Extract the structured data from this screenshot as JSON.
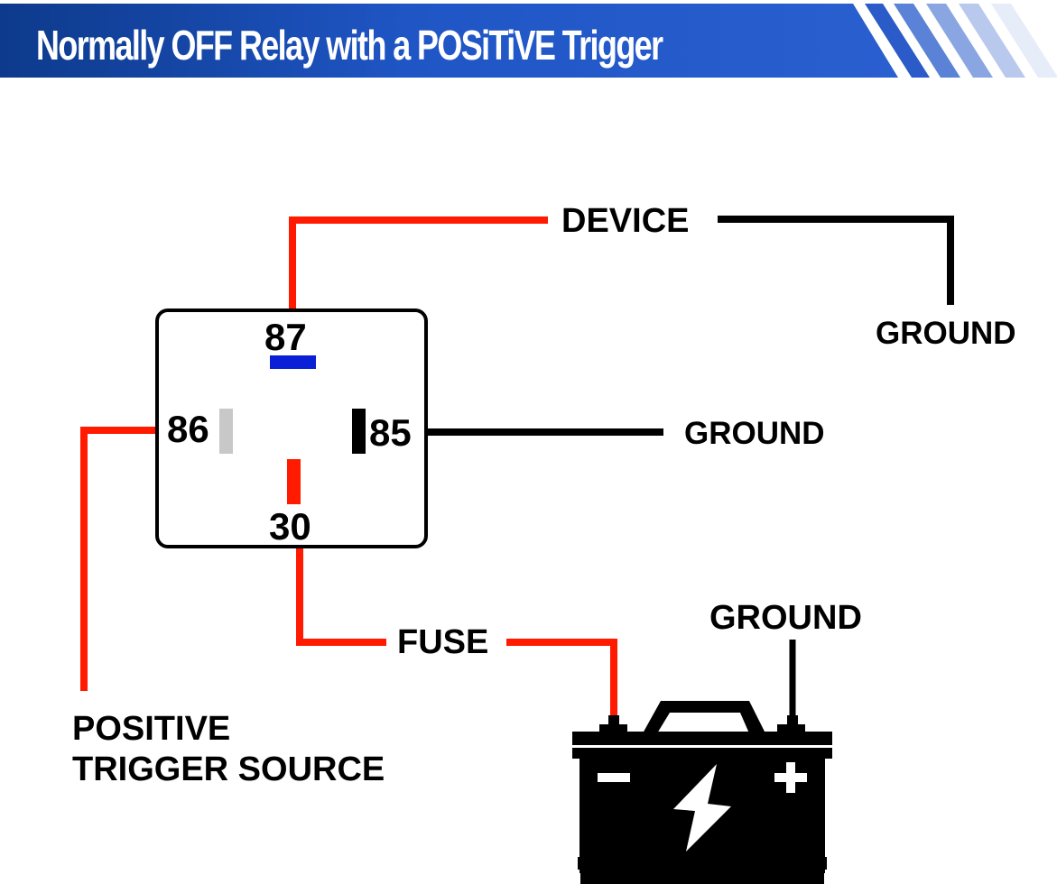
{
  "header": {
    "title": "Normally OFF Relay with a POSiTiVE Trigger"
  },
  "colors": {
    "banner_dark": "#0d3a8c",
    "banner_light": "#2a5fd0",
    "wire_positive": "#ff1a00",
    "wire_ground": "#000000",
    "pin_87_marker": "#0a1fd6",
    "pin_86_marker": "#c8c8c8",
    "pin_85_marker": "#000000",
    "pin_30_marker": "#ff1a00"
  },
  "relay": {
    "pins": {
      "p87": "87",
      "p86": "86",
      "p85": "85",
      "p30": "30"
    }
  },
  "labels": {
    "device": "DEVICE",
    "ground_device": "GROUND",
    "ground_85": "GROUND",
    "ground_battery": "GROUND",
    "fuse": "FUSE",
    "trigger_line1": "POSITIVE",
    "trigger_line2": "TRIGGER SOURCE"
  },
  "battery": {
    "negative_symbol": "−",
    "positive_symbol": "+"
  }
}
